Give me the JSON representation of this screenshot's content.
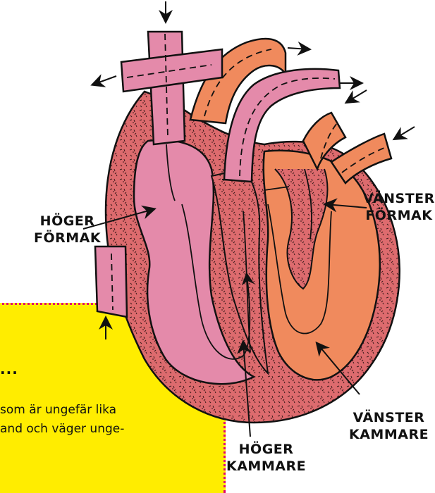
{
  "labels": {
    "right_atrium": [
      "HÖGER",
      "FÖRMAK"
    ],
    "left_atrium": [
      "VÄNSTER",
      "FÖRMAK"
    ],
    "left_ventricle": [
      "VÄNSTER",
      "KAMMARE"
    ],
    "right_ventricle": [
      "HÖGER",
      "KAMMARE"
    ]
  },
  "infobox": {
    "dots": "...",
    "line1": "som är ungefär lika",
    "line2": "and och väger unge-"
  },
  "colors": {
    "muscle": "#dd6b6e",
    "right_side": "#e48aaa",
    "left_side": "#f08a5d",
    "note_bg": "#ffed00",
    "note_border": "#e0006e"
  }
}
